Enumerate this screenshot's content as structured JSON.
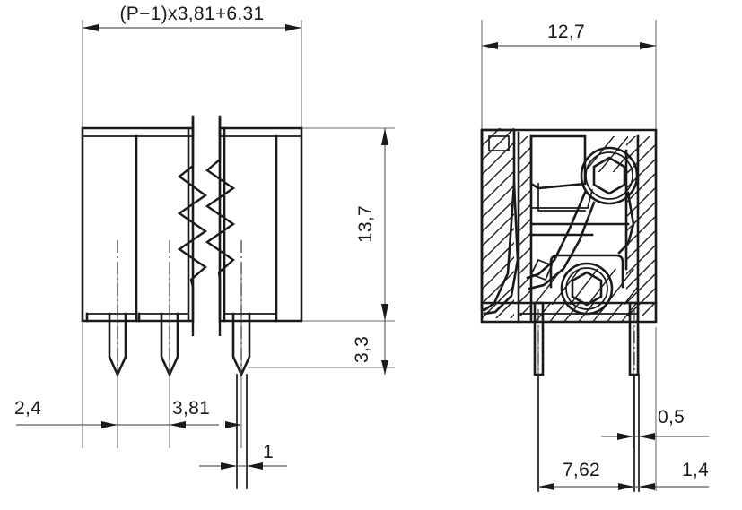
{
  "drawing": {
    "title": "Terminal block dimensional drawing",
    "background_color": "#ffffff",
    "line_color": "#1a1a1a",
    "dimension_line_color": "#5a5a5a",
    "views": [
      {
        "id": "front-view",
        "name": "front-view",
        "description": "Front elevation of pluggable terminal block with three visible solder pins and a break line indicating omitted poles"
      },
      {
        "id": "section-view",
        "name": "section-view",
        "description": "Cross-section side view showing two hex socket screw clamps and hatched housing"
      }
    ],
    "dimensions": {
      "front_width": "(P−1)x3,81+6,31",
      "front_height": "13,7",
      "front_pin_length": "3,3",
      "front_edge_offset": "2,4",
      "front_pitch": "3,81",
      "front_pin_width": "1",
      "section_width": "12,7",
      "section_pin_pitch": "7,62",
      "section_pin_thickness": "0,5",
      "section_edge_offset": "1,4"
    }
  }
}
